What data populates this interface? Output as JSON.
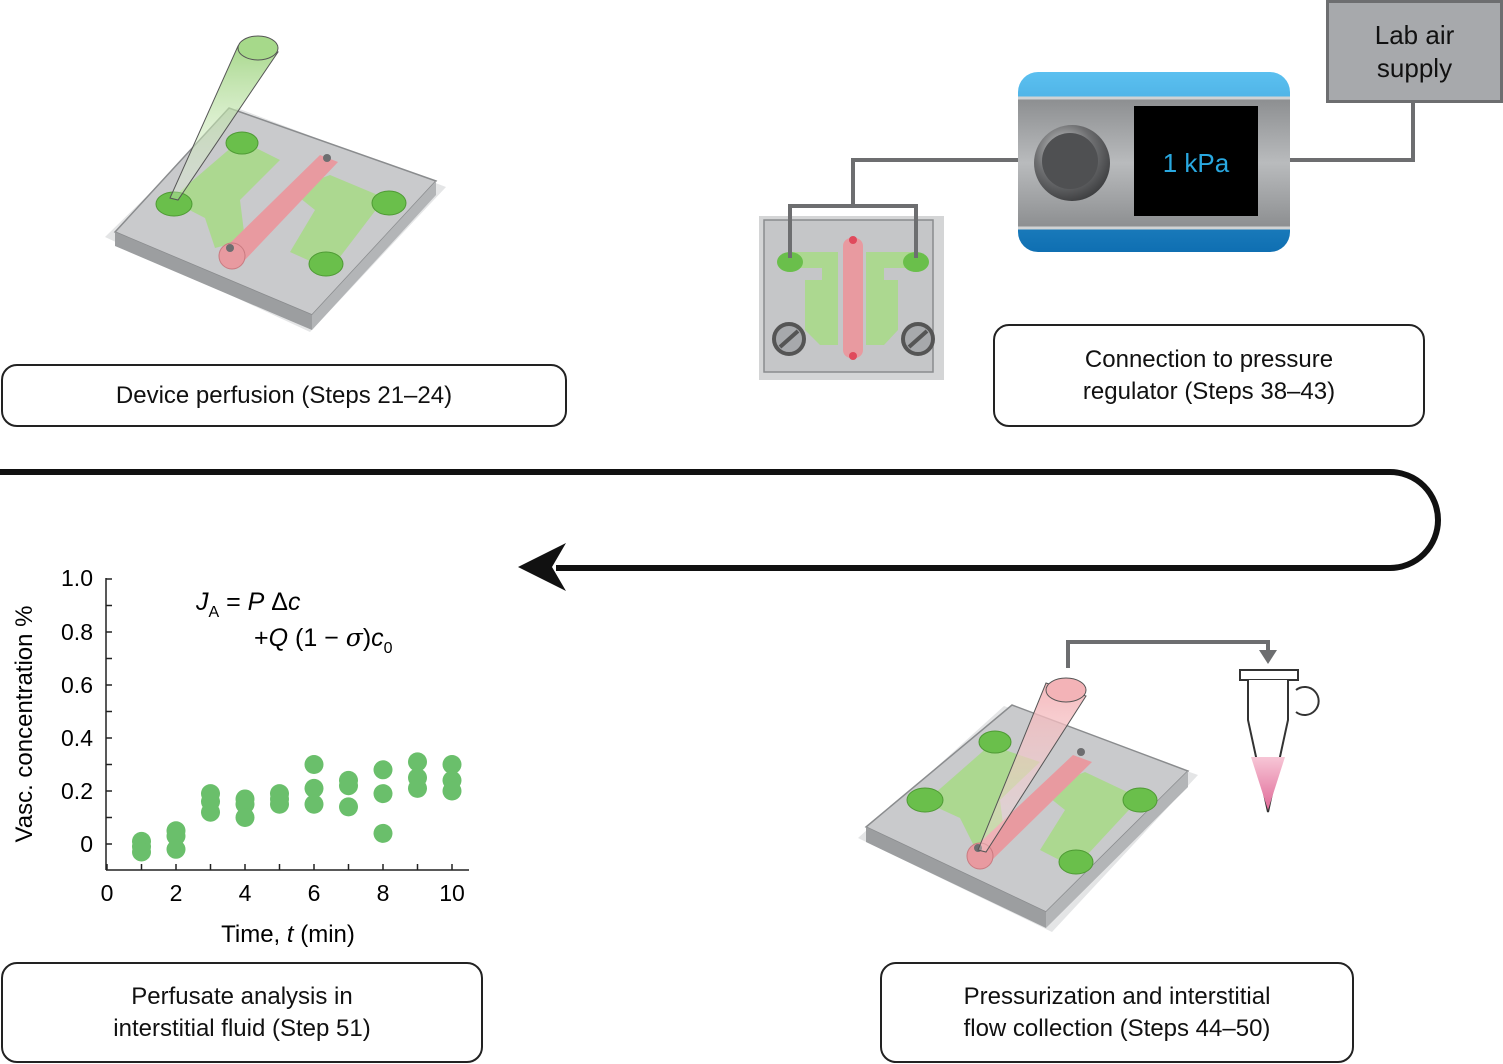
{
  "steps": {
    "perfusion": "Device perfusion (Steps 21–24)",
    "connection": [
      "Connection to pressure",
      "regulator (Steps 38–43)"
    ],
    "pressurization": [
      "Pressurization and interstitial",
      "flow collection (Steps 44–50)"
    ],
    "analysis": [
      "Perfusate analysis in",
      "interstitial fluid (Step 51)"
    ]
  },
  "regulator": {
    "display_value": "1 kPa",
    "air_supply": [
      "Lab air",
      "supply"
    ]
  },
  "equation": {
    "line1": {
      "J": "J",
      "sub_A": "A",
      "eq": " = ",
      "P": "P",
      "delta": " Δ",
      "c": "c"
    },
    "line2": {
      "plus": "+",
      "Q": "Q",
      "paren": " (1 − ",
      "sigma": "σ",
      "close": ")",
      "c": "c",
      "sub_0": "0"
    }
  },
  "colors": {
    "channel_green": "#a8d98a",
    "port_green": "#6abf4b",
    "vessel_pink": "#e89aa0",
    "display_text": "#29a8e0",
    "regulator_blue": "#1e90d6",
    "dot_green": "#6abf6b"
  },
  "chart_data": {
    "type": "scatter",
    "xlabel_parts": [
      "Time, ",
      "t",
      " (min)"
    ],
    "ylabel": "Vasc. concentration %",
    "xlim": [
      0,
      10
    ],
    "ylim": [
      -0.1,
      1.0
    ],
    "x_ticks": [
      "0",
      "2",
      "4",
      "6",
      "8",
      "10"
    ],
    "y_ticks": [
      "0",
      "0.2",
      "0.4",
      "0.6",
      "0.8",
      "1.0"
    ],
    "points": [
      [
        1,
        0.01
      ],
      [
        1,
        -0.01
      ],
      [
        1,
        -0.03
      ],
      [
        2,
        0.05
      ],
      [
        2,
        0.03
      ],
      [
        2,
        -0.02
      ],
      [
        3,
        0.19
      ],
      [
        3,
        0.16
      ],
      [
        3,
        0.12
      ],
      [
        4,
        0.17
      ],
      [
        4,
        0.15
      ],
      [
        4,
        0.1
      ],
      [
        5,
        0.19
      ],
      [
        5,
        0.17
      ],
      [
        5,
        0.15
      ],
      [
        6,
        0.3
      ],
      [
        6,
        0.21
      ],
      [
        6,
        0.15
      ],
      [
        7,
        0.24
      ],
      [
        7,
        0.22
      ],
      [
        7,
        0.14
      ],
      [
        8,
        0.28
      ],
      [
        8,
        0.19
      ],
      [
        8,
        0.04
      ],
      [
        9,
        0.31
      ],
      [
        9,
        0.25
      ],
      [
        9,
        0.21
      ],
      [
        10,
        0.3
      ],
      [
        10,
        0.24
      ],
      [
        10,
        0.2
      ]
    ]
  }
}
